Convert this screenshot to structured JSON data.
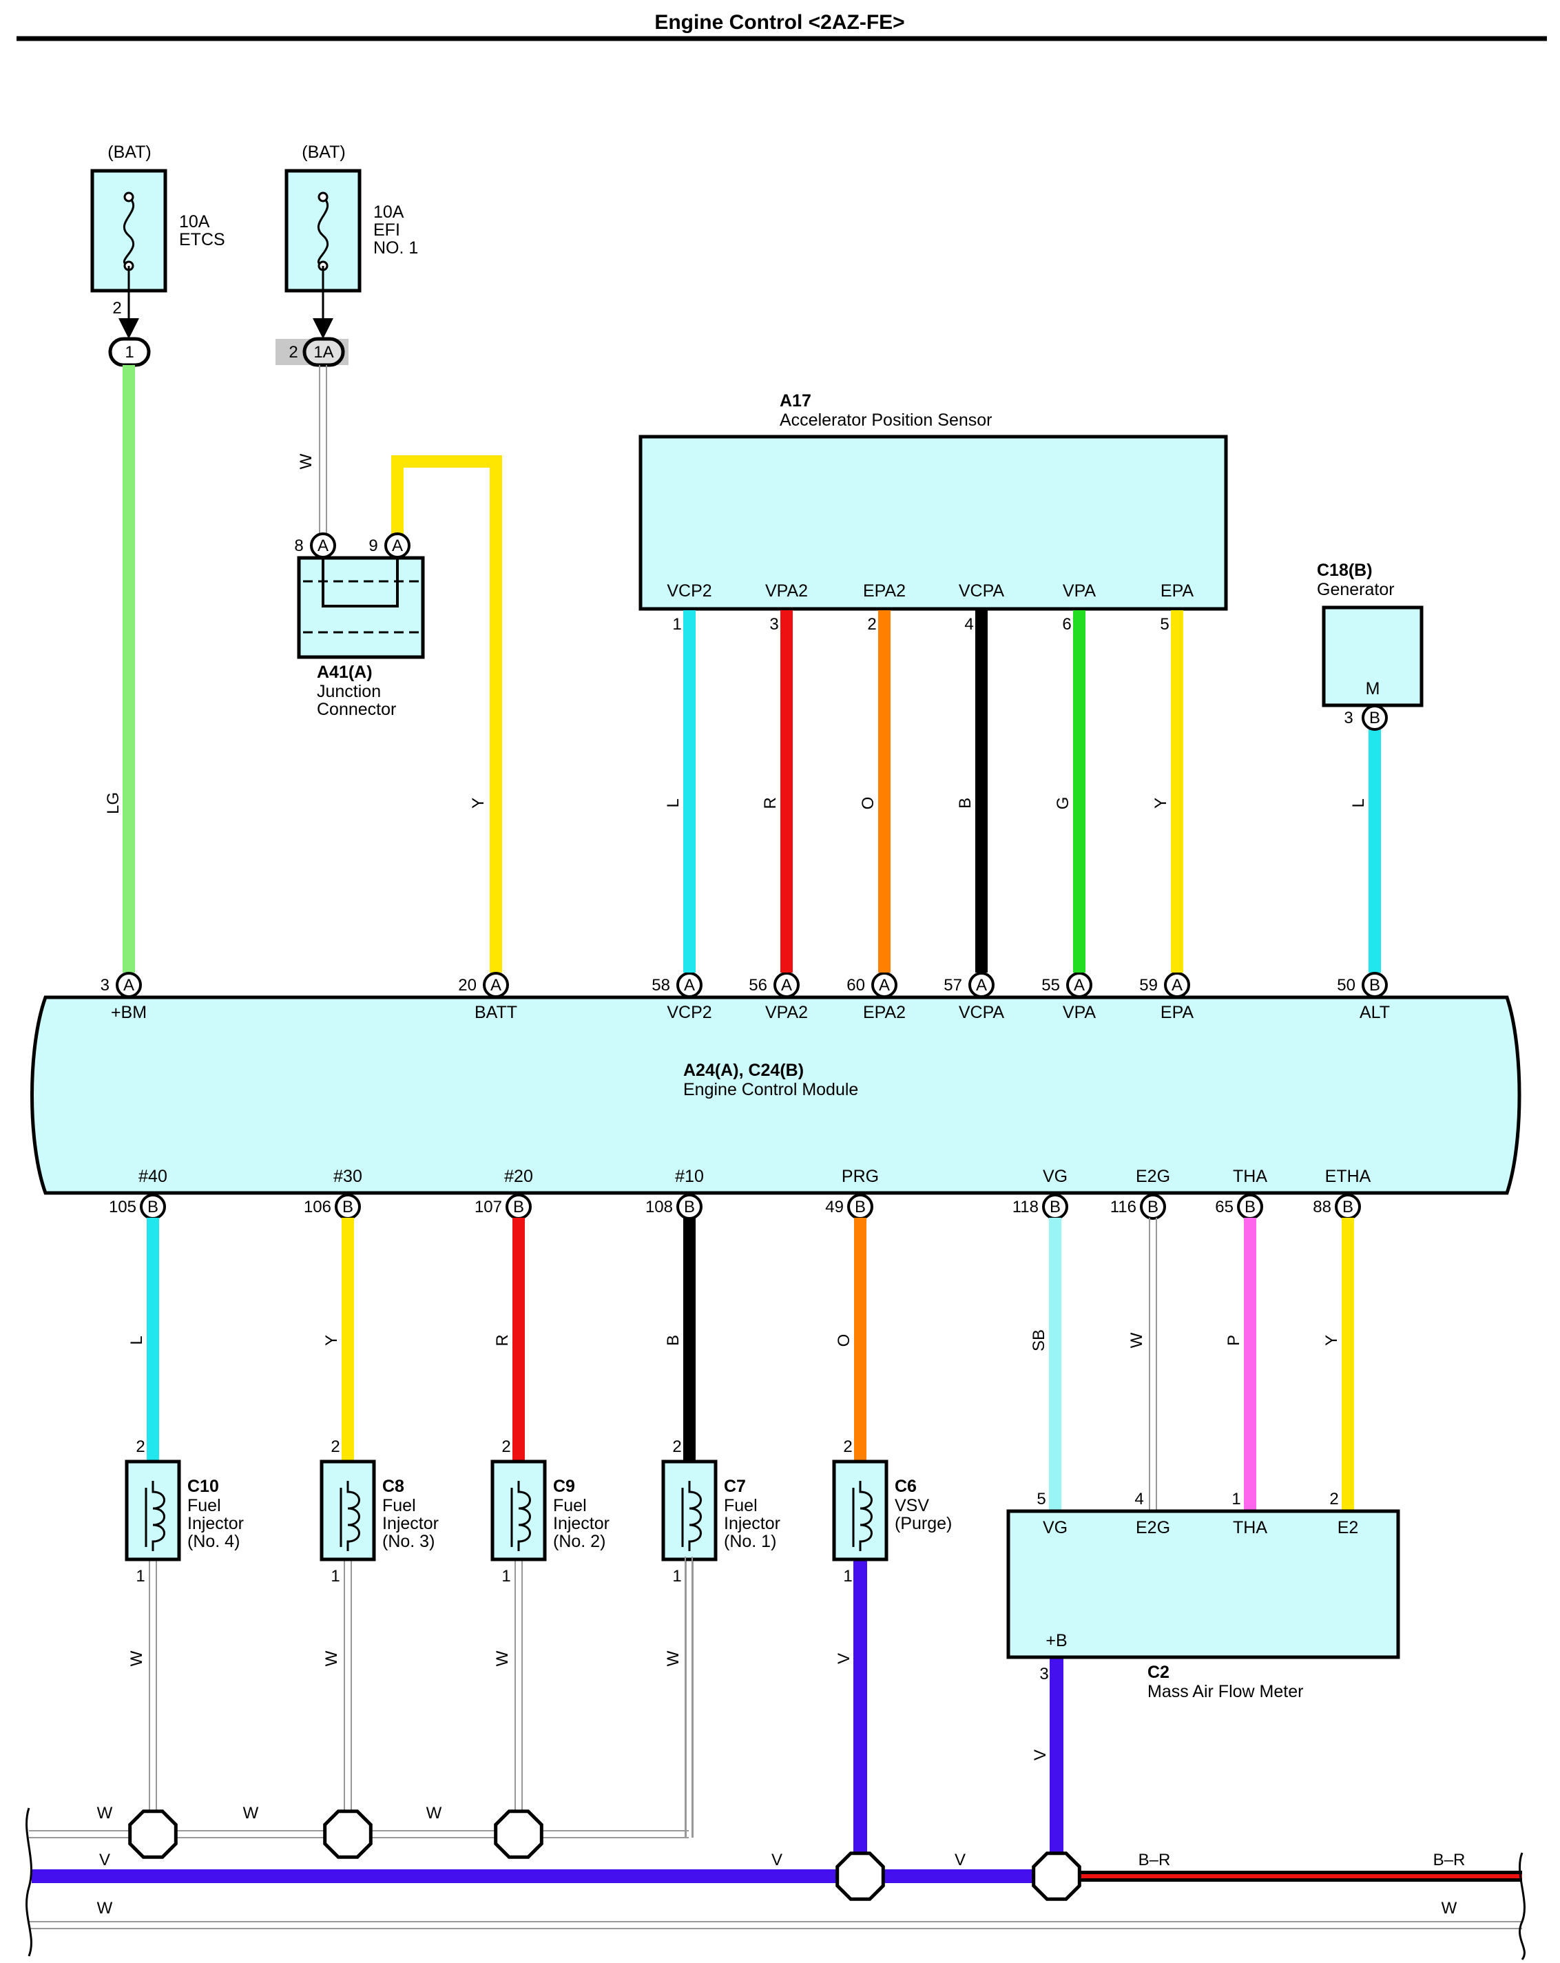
{
  "title": "Engine Control <2AZ-FE>",
  "fuses": [
    {
      "source": "(BAT)",
      "rating": "10A",
      "name": "ETCS",
      "name2": "",
      "pin": "2",
      "connector": "1",
      "connector_pin": ""
    },
    {
      "source": "(BAT)",
      "rating": "10A",
      "name": "EFI",
      "name2": "NO. 1",
      "pin": "",
      "connector": "1A",
      "connector_pin": "2"
    }
  ],
  "junction_connector": {
    "id": "A41(A)",
    "name1": "Junction",
    "name2": "Connector",
    "pins": [
      "8",
      "9"
    ],
    "term": "A"
  },
  "accel_sensor": {
    "id": "A17",
    "name": "Accelerator Position Sensor",
    "terminals": [
      {
        "label": "VCP2",
        "pin": "1",
        "wire": "L",
        "color": "#22e6ee"
      },
      {
        "label": "VPA2",
        "pin": "3",
        "wire": "R",
        "color": "#ee1111"
      },
      {
        "label": "EPA2",
        "pin": "2",
        "wire": "O",
        "color": "#ff7f00"
      },
      {
        "label": "VCPA",
        "pin": "4",
        "wire": "B",
        "color": "#000000"
      },
      {
        "label": "VPA",
        "pin": "6",
        "wire": "G",
        "color": "#22dd22"
      },
      {
        "label": "EPA",
        "pin": "5",
        "wire": "Y",
        "color": "#ffe600"
      }
    ]
  },
  "generator": {
    "id": "C18(B)",
    "name": "Generator",
    "terminal": "M",
    "pin": "3",
    "term": "B",
    "wire": "L",
    "color": "#22e6ee"
  },
  "ecm": {
    "id": "A24(A), C24(B)",
    "name": "Engine Control Module",
    "top_pins": [
      {
        "label": "+BM",
        "pin": "3",
        "term": "A",
        "wire": "LG",
        "color": "#88ee77"
      },
      {
        "label": "BATT",
        "pin": "20",
        "term": "A",
        "wire": "Y",
        "color": "#ffe600"
      },
      {
        "label": "VCP2",
        "pin": "58",
        "term": "A"
      },
      {
        "label": "VPA2",
        "pin": "56",
        "term": "A"
      },
      {
        "label": "EPA2",
        "pin": "60",
        "term": "A"
      },
      {
        "label": "VCPA",
        "pin": "57",
        "term": "A"
      },
      {
        "label": "VPA",
        "pin": "55",
        "term": "A"
      },
      {
        "label": "EPA",
        "pin": "59",
        "term": "A"
      },
      {
        "label": "ALT",
        "pin": "50",
        "term": "B"
      }
    ],
    "bottom_pins": [
      {
        "label": "#40",
        "pin": "105",
        "term": "B",
        "wire": "L",
        "color": "#22e6ee"
      },
      {
        "label": "#30",
        "pin": "106",
        "term": "B",
        "wire": "Y",
        "color": "#ffe600"
      },
      {
        "label": "#20",
        "pin": "107",
        "term": "B",
        "wire": "R",
        "color": "#ee1111"
      },
      {
        "label": "#10",
        "pin": "108",
        "term": "B",
        "wire": "B",
        "color": "#000000"
      },
      {
        "label": "PRG",
        "pin": "49",
        "term": "B",
        "wire": "O",
        "color": "#ff7f00"
      },
      {
        "label": "VG",
        "pin": "118",
        "term": "B",
        "wire": "SB",
        "color": "#99f5f5"
      },
      {
        "label": "E2G",
        "pin": "116",
        "term": "B",
        "wire": "W",
        "color": "#ffffff"
      },
      {
        "label": "THA",
        "pin": "65",
        "term": "B",
        "wire": "P",
        "color": "#ff66ee"
      },
      {
        "label": "ETHA",
        "pin": "88",
        "term": "B",
        "wire": "Y",
        "color": "#ffe600"
      }
    ]
  },
  "injectors": [
    {
      "id": "C10",
      "name1": "Fuel",
      "name2": "Injector",
      "name3": "(No. 4)",
      "pin_top": "2",
      "pin_bottom": "1",
      "wire_bottom": "W"
    },
    {
      "id": "C8",
      "name1": "Fuel",
      "name2": "Injector",
      "name3": "(No. 3)",
      "pin_top": "2",
      "pin_bottom": "1",
      "wire_bottom": "W"
    },
    {
      "id": "C9",
      "name1": "Fuel",
      "name2": "Injector",
      "name3": "(No. 2)",
      "pin_top": "2",
      "pin_bottom": "1",
      "wire_bottom": "W"
    },
    {
      "id": "C7",
      "name1": "Fuel",
      "name2": "Injector",
      "name3": "(No. 1)",
      "pin_top": "2",
      "pin_bottom": "1",
      "wire_bottom": "W"
    },
    {
      "id": "C6",
      "name1": "VSV",
      "name2": "(Purge)",
      "name3": "",
      "pin_top": "2",
      "pin_bottom": "1",
      "wire_bottom": "V"
    }
  ],
  "maf": {
    "id": "C2",
    "name": "Mass Air Flow Meter",
    "power_label": "+B",
    "power_pin": "3",
    "power_wire": "V",
    "terminals": [
      {
        "label": "VG",
        "pin": "5"
      },
      {
        "label": "E2G",
        "pin": "4"
      },
      {
        "label": "THA",
        "pin": "1"
      },
      {
        "label": "E2",
        "pin": "2"
      }
    ]
  },
  "bus_labels": {
    "w": "W",
    "v": "V",
    "br": "B–R"
  },
  "colors": {
    "box_fill": "#cdfafa",
    "violet": "#4411ee",
    "red": "#ee1111"
  }
}
